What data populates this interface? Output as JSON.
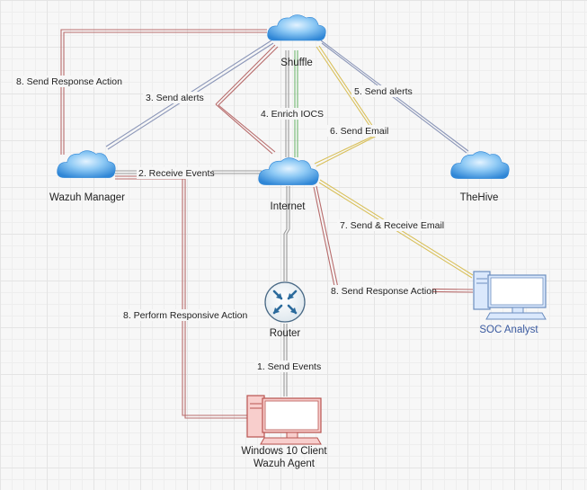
{
  "nodes": {
    "shuffle": {
      "label": "Shuffle",
      "icon": "cloud-icon"
    },
    "wazuh_manager": {
      "label": "Wazuh Manager",
      "icon": "cloud-icon"
    },
    "internet": {
      "label": "Internet",
      "icon": "cloud-icon"
    },
    "thehive": {
      "label": "TheHive",
      "icon": "cloud-icon"
    },
    "router": {
      "label": "Router",
      "icon": "router-icon"
    },
    "soc_analyst": {
      "label": "SOC Analyst",
      "icon": "computer-icon",
      "label_color": "#3a5aa0"
    },
    "windows_client": {
      "label_line1": "Windows 10 Client",
      "label_line2": "Wazuh Agent",
      "icon": "computer-icon"
    }
  },
  "edges": {
    "send_response_action_top": "8. Send Response Action",
    "send_alerts_wazuh": "3. Send alerts",
    "enrich_iocs": "4. Enrich IOCS",
    "send_alerts_hive": "5. Send alerts",
    "send_email": "6. Send Email",
    "receive_events": "2. Receive Events",
    "send_receive_email": "7. Send & Receive Email",
    "send_response_action_soc": "8. Send Response Action",
    "perform_responsive_action": "8. Perform Responsive Action",
    "send_events": "1. Send Events"
  },
  "colors": {
    "red_line": "#b86c6c",
    "blue_line": "#8b96b8",
    "green_line": "#6fb86f",
    "yellow_line": "#d9c05a",
    "gray_line": "#9a9a9a",
    "cloud_blue": "#3f9ae0",
    "computer_red": "#b85450",
    "computer_blue": "#6c8ebf"
  }
}
